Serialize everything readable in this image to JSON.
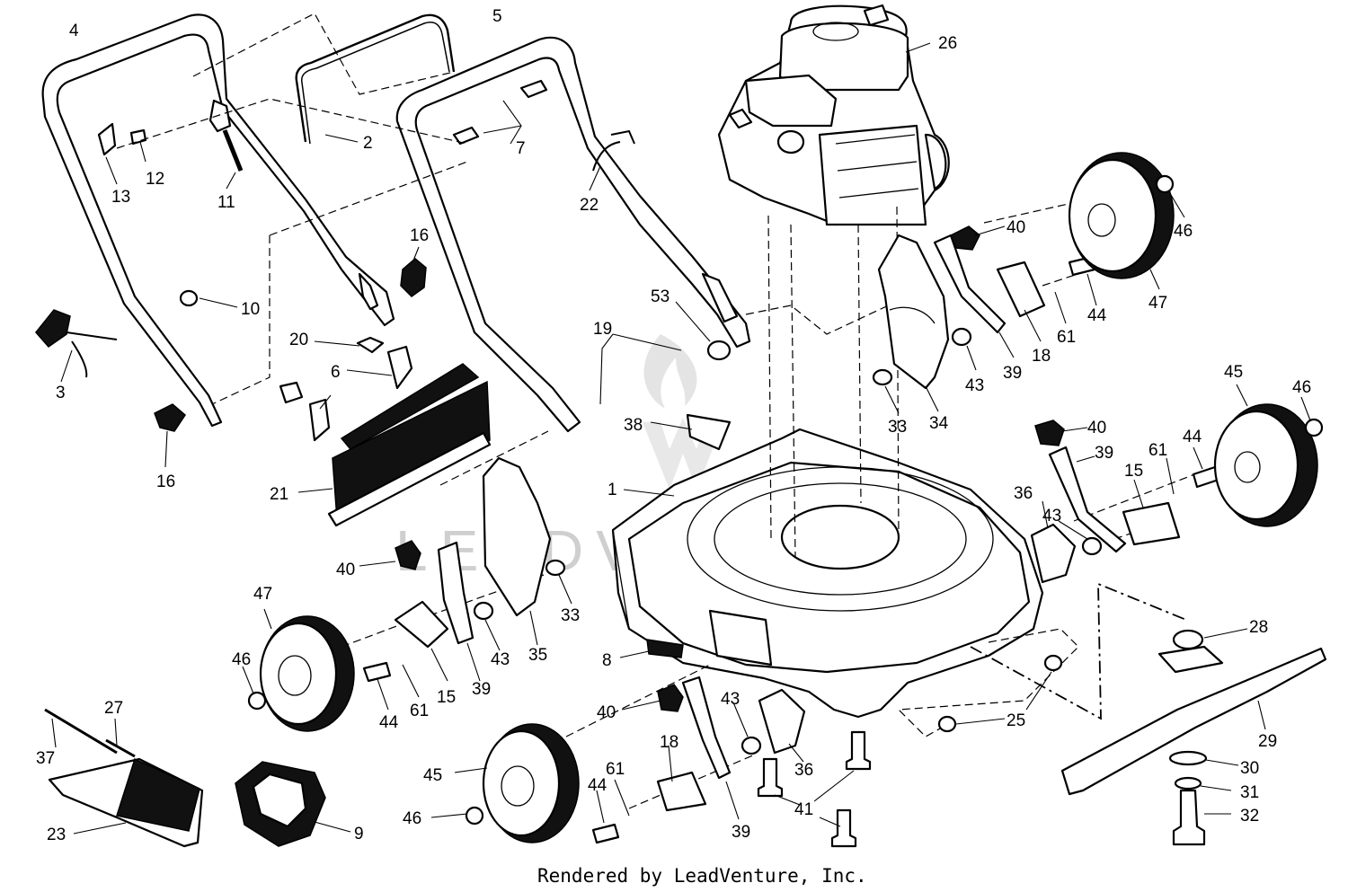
{
  "diagram": {
    "labels": [
      {
        "id": "p4",
        "text": "4"
      },
      {
        "id": "p5",
        "text": "5"
      },
      {
        "id": "p26",
        "text": "26"
      },
      {
        "id": "p2",
        "text": "2"
      },
      {
        "id": "p7",
        "text": "7"
      },
      {
        "id": "p12",
        "text": "12"
      },
      {
        "id": "p13",
        "text": "13"
      },
      {
        "id": "p11",
        "text": "11"
      },
      {
        "id": "p22",
        "text": "22"
      },
      {
        "id": "p16a",
        "text": "16"
      },
      {
        "id": "p10",
        "text": "10"
      },
      {
        "id": "p3",
        "text": "3"
      },
      {
        "id": "p16b",
        "text": "16"
      },
      {
        "id": "p20",
        "text": "20"
      },
      {
        "id": "p6",
        "text": "6"
      },
      {
        "id": "p21",
        "text": "21"
      },
      {
        "id": "p19",
        "text": "19"
      },
      {
        "id": "p53",
        "text": "53"
      },
      {
        "id": "p38",
        "text": "38"
      },
      {
        "id": "p1",
        "text": "1"
      },
      {
        "id": "p40a",
        "text": "40"
      },
      {
        "id": "p46a",
        "text": "46"
      },
      {
        "id": "p47a",
        "text": "47"
      },
      {
        "id": "p44a",
        "text": "44"
      },
      {
        "id": "p61a",
        "text": "61"
      },
      {
        "id": "p18a",
        "text": "18"
      },
      {
        "id": "p43a",
        "text": "43"
      },
      {
        "id": "p39a",
        "text": "39"
      },
      {
        "id": "p33a",
        "text": "33"
      },
      {
        "id": "p34",
        "text": "34"
      },
      {
        "id": "p45a",
        "text": "45"
      },
      {
        "id": "p46b",
        "text": "46"
      },
      {
        "id": "p40b",
        "text": "40"
      },
      {
        "id": "p39b",
        "text": "39"
      },
      {
        "id": "p61b",
        "text": "61"
      },
      {
        "id": "p44b",
        "text": "44"
      },
      {
        "id": "p15a",
        "text": "15"
      },
      {
        "id": "p36a",
        "text": "36"
      },
      {
        "id": "p43b",
        "text": "43"
      },
      {
        "id": "p40c",
        "text": "40"
      },
      {
        "id": "p47b",
        "text": "47"
      },
      {
        "id": "p46c",
        "text": "46"
      },
      {
        "id": "p44c",
        "text": "44"
      },
      {
        "id": "p61c",
        "text": "61"
      },
      {
        "id": "p15b",
        "text": "15"
      },
      {
        "id": "p39c",
        "text": "39"
      },
      {
        "id": "p43c",
        "text": "43"
      },
      {
        "id": "p35",
        "text": "35"
      },
      {
        "id": "p33b",
        "text": "33"
      },
      {
        "id": "p8",
        "text": "8"
      },
      {
        "id": "p40d",
        "text": "40"
      },
      {
        "id": "p18b",
        "text": "18"
      },
      {
        "id": "p43d",
        "text": "43"
      },
      {
        "id": "p36b",
        "text": "36"
      },
      {
        "id": "p39d",
        "text": "39"
      },
      {
        "id": "p41",
        "text": "41"
      },
      {
        "id": "p25",
        "text": "25"
      },
      {
        "id": "p28",
        "text": "28"
      },
      {
        "id": "p29",
        "text": "29"
      },
      {
        "id": "p30",
        "text": "30"
      },
      {
        "id": "p31",
        "text": "31"
      },
      {
        "id": "p32",
        "text": "32"
      },
      {
        "id": "p27",
        "text": "27"
      },
      {
        "id": "p37",
        "text": "37"
      },
      {
        "id": "p23",
        "text": "23"
      },
      {
        "id": "p9",
        "text": "9"
      },
      {
        "id": "p45b",
        "text": "45"
      },
      {
        "id": "p46d",
        "text": "46"
      },
      {
        "id": "p44d",
        "text": "44"
      },
      {
        "id": "p61d",
        "text": "61"
      }
    ],
    "watermark": "LEADVENTURE",
    "credit": "Rendered by LeadVenture, Inc."
  }
}
